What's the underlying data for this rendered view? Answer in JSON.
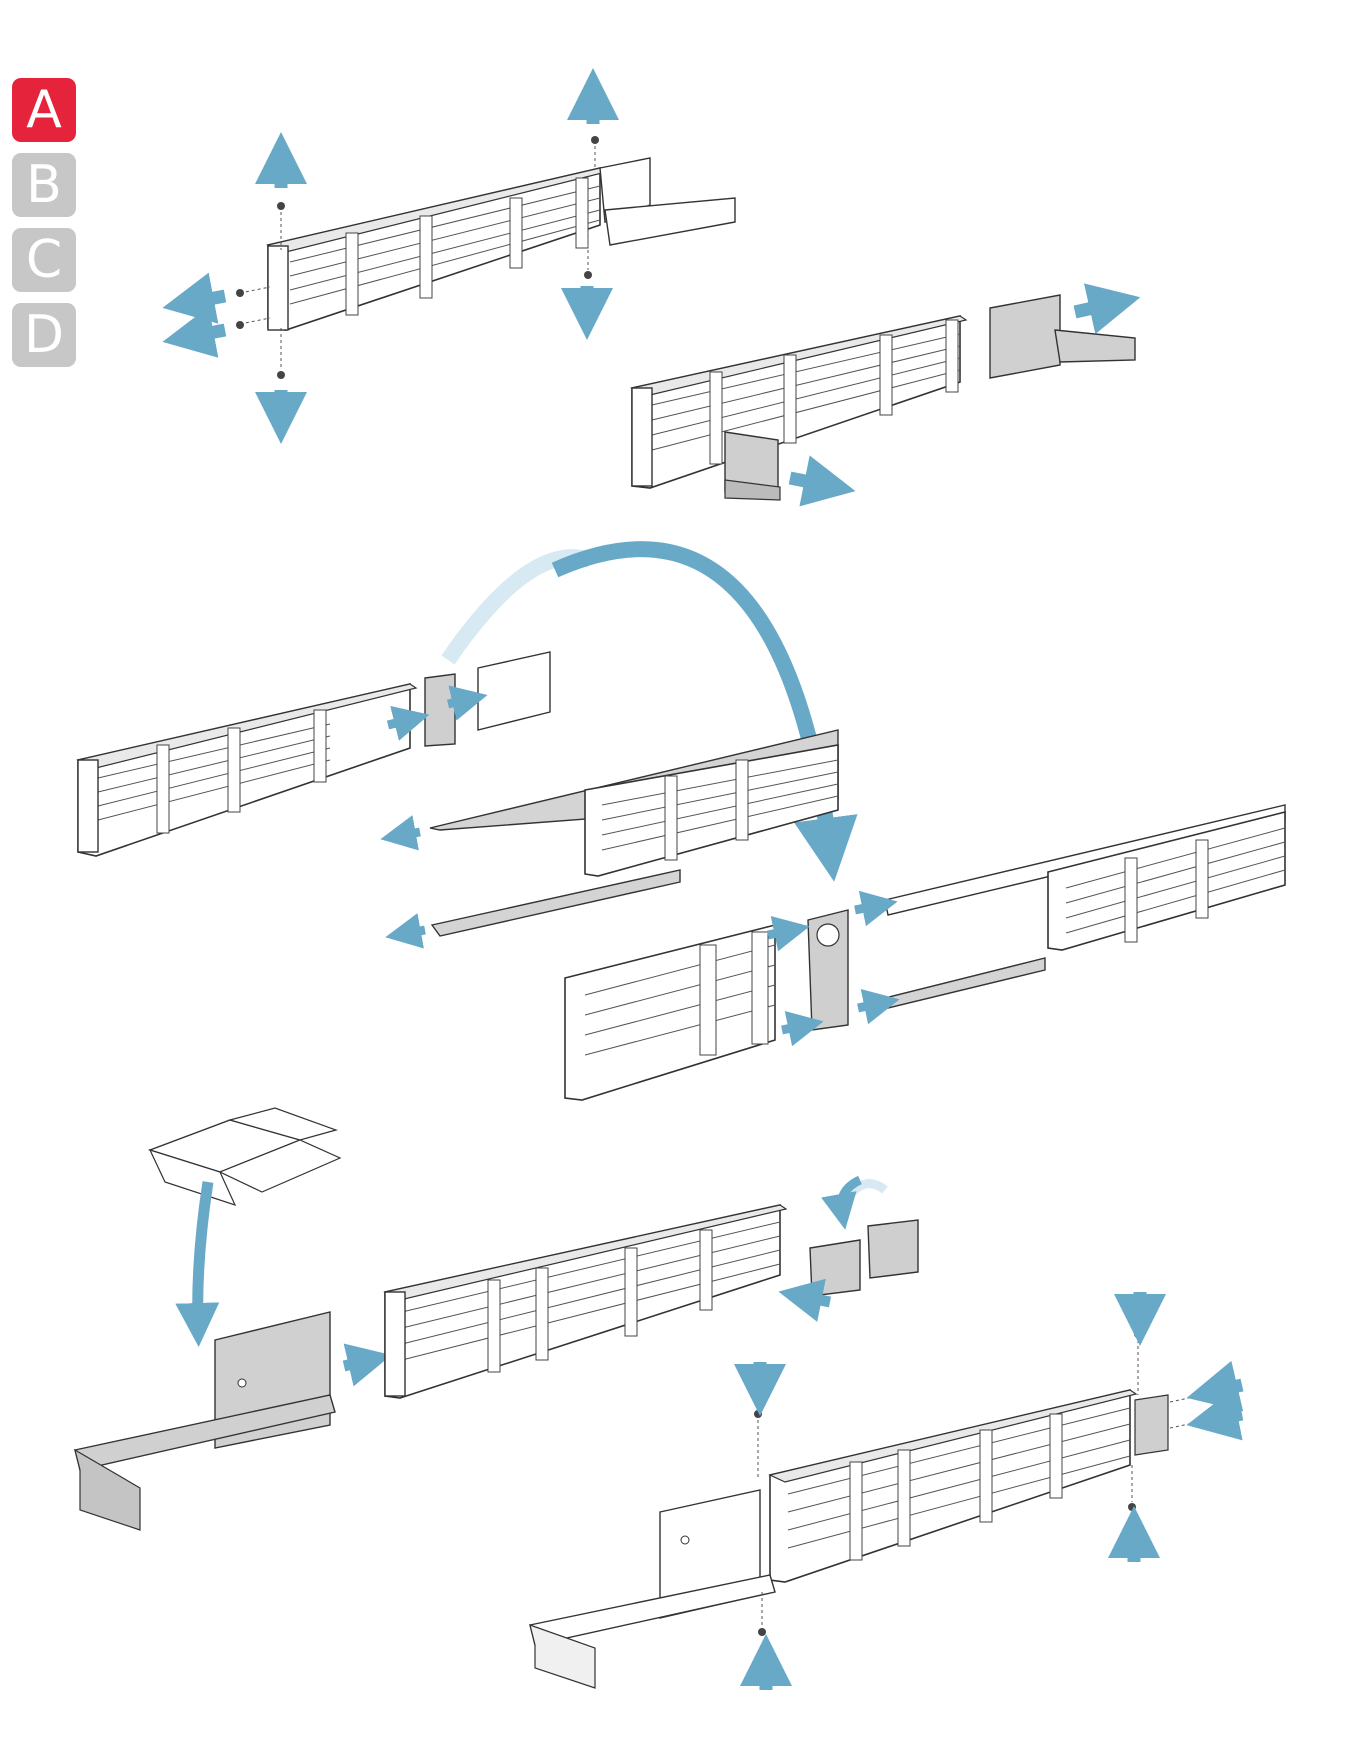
{
  "step_tabs": [
    {
      "label": "A",
      "state": "active",
      "color": "#e5243b"
    },
    {
      "label": "B",
      "state": "inactive",
      "color": "#c7c7c7"
    },
    {
      "label": "C",
      "state": "inactive",
      "color": "#c7c7c7"
    },
    {
      "label": "D",
      "state": "inactive",
      "color": "#c7c7c7"
    }
  ],
  "colors": {
    "arrow": "#69a9c8",
    "arrow_faded": "#d7e9f2",
    "part_fill": "#ffffff",
    "part_shadow": "#cfcfcf",
    "outline": "#333333"
  }
}
